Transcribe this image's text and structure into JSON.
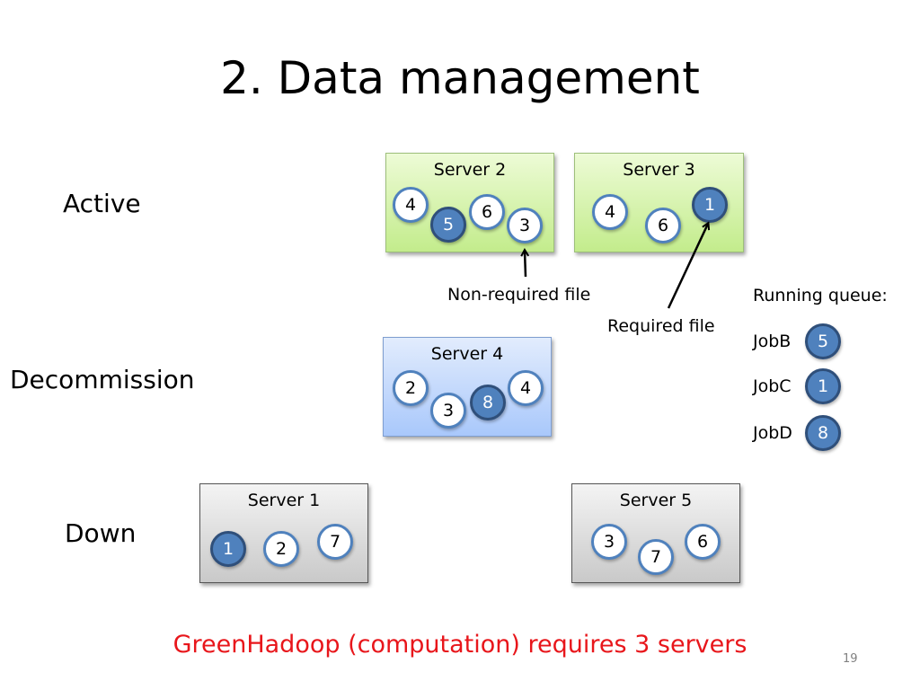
{
  "title": "2. Data management",
  "rows": {
    "active": "Active",
    "decommission": "Decommission",
    "down": "Down"
  },
  "servers": {
    "server2": {
      "name": "Server 2",
      "files": [
        "4",
        "5",
        "6",
        "3"
      ]
    },
    "server3": {
      "name": "Server 3",
      "files": [
        "4",
        "1",
        "6"
      ]
    },
    "server4": {
      "name": "Server 4",
      "files": [
        "2",
        "3",
        "8",
        "4"
      ]
    },
    "server1": {
      "name": "Server 1",
      "files": [
        "1",
        "2",
        "7"
      ]
    },
    "server5": {
      "name": "Server 5",
      "files": [
        "3",
        "7",
        "6"
      ]
    }
  },
  "annotations": {
    "non_required": "Non-required file",
    "required": "Required file"
  },
  "queue": {
    "title": "Running queue:",
    "jobs": [
      {
        "name": "JobB",
        "file": "5"
      },
      {
        "name": "JobC",
        "file": "1"
      },
      {
        "name": "JobD",
        "file": "8"
      }
    ]
  },
  "footer": "GreenHadoop (computation) requires 3 servers",
  "page_number": "19",
  "colors": {
    "accent": "#4f81bd",
    "active_box": "#c3ec8c",
    "decommission_box": "#a9c8fb",
    "down_box": "#c9c9c9",
    "footer_text": "#e8161b"
  }
}
